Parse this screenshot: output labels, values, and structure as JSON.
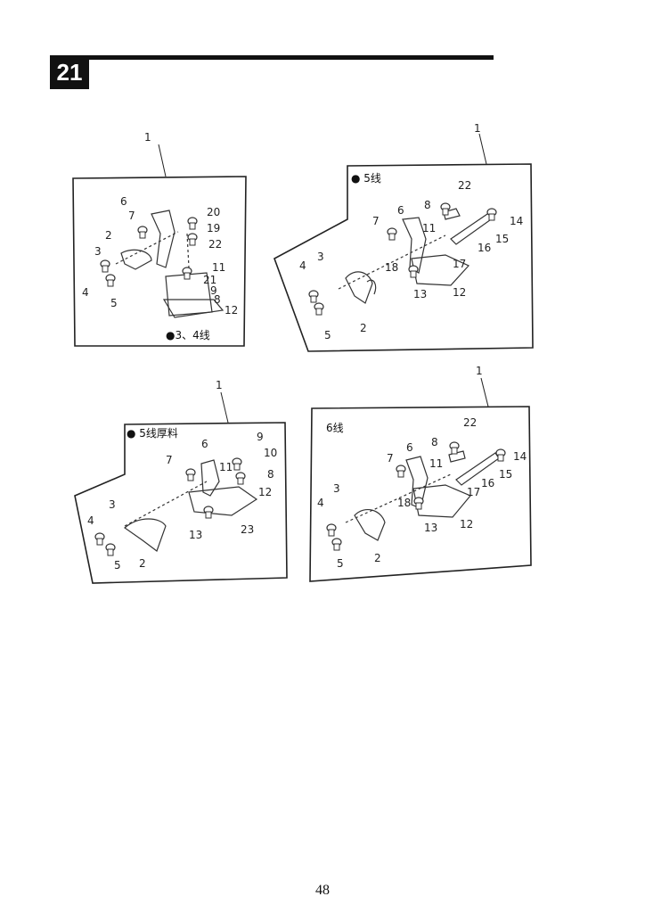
{
  "section": {
    "number": "21"
  },
  "page_number": "48",
  "panels": [
    {
      "id": "p1",
      "frame_ref": "1",
      "caption": "●3、4线",
      "parts": [
        "6",
        "7",
        "20",
        "19",
        "22",
        "2",
        "3",
        "11",
        "21",
        "9",
        "8",
        "4",
        "5",
        "12"
      ]
    },
    {
      "id": "p2",
      "frame_ref": "1",
      "caption": "● 5线",
      "parts": [
        "22",
        "8",
        "14",
        "7",
        "6",
        "11",
        "16",
        "15",
        "3",
        "4",
        "18",
        "17",
        "13",
        "12",
        "2",
        "5"
      ]
    },
    {
      "id": "p3",
      "frame_ref": "1",
      "caption": "● 5线厚料",
      "parts": [
        "9",
        "6",
        "10",
        "7",
        "11",
        "8",
        "12",
        "3",
        "4",
        "13",
        "23",
        "5",
        "2"
      ]
    },
    {
      "id": "p4",
      "frame_ref": "1",
      "caption": "6线",
      "parts": [
        "22",
        "8",
        "6",
        "14",
        "7",
        "11",
        "15",
        "16",
        "17",
        "3",
        "18",
        "4",
        "13",
        "12",
        "5",
        "2"
      ]
    }
  ]
}
